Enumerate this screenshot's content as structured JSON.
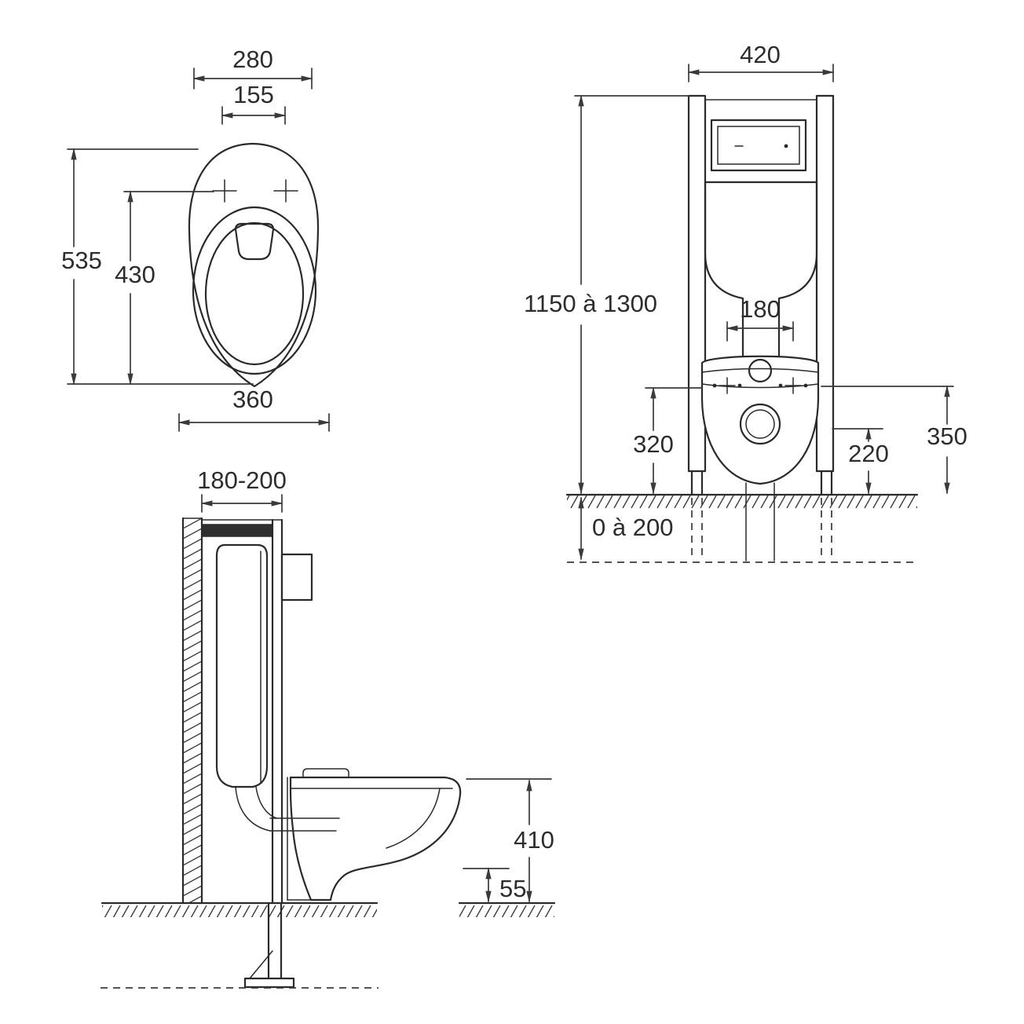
{
  "dims": {
    "top": {
      "overall_width": "280",
      "inner_width": "155",
      "total_depth": "535",
      "bolt_depth": "430",
      "bowl_width": "360"
    },
    "front": {
      "frame_width": "420",
      "frame_height_range": "1150 à 1300",
      "bolt_spacing": "180",
      "rim_height": "320",
      "outlet_height": "220",
      "side_height": "350",
      "floor_adjust_range": "0 à 200"
    },
    "side": {
      "wall_depth_range": "180-200",
      "bowl_top_height": "410",
      "outlet_offset": "55"
    }
  }
}
